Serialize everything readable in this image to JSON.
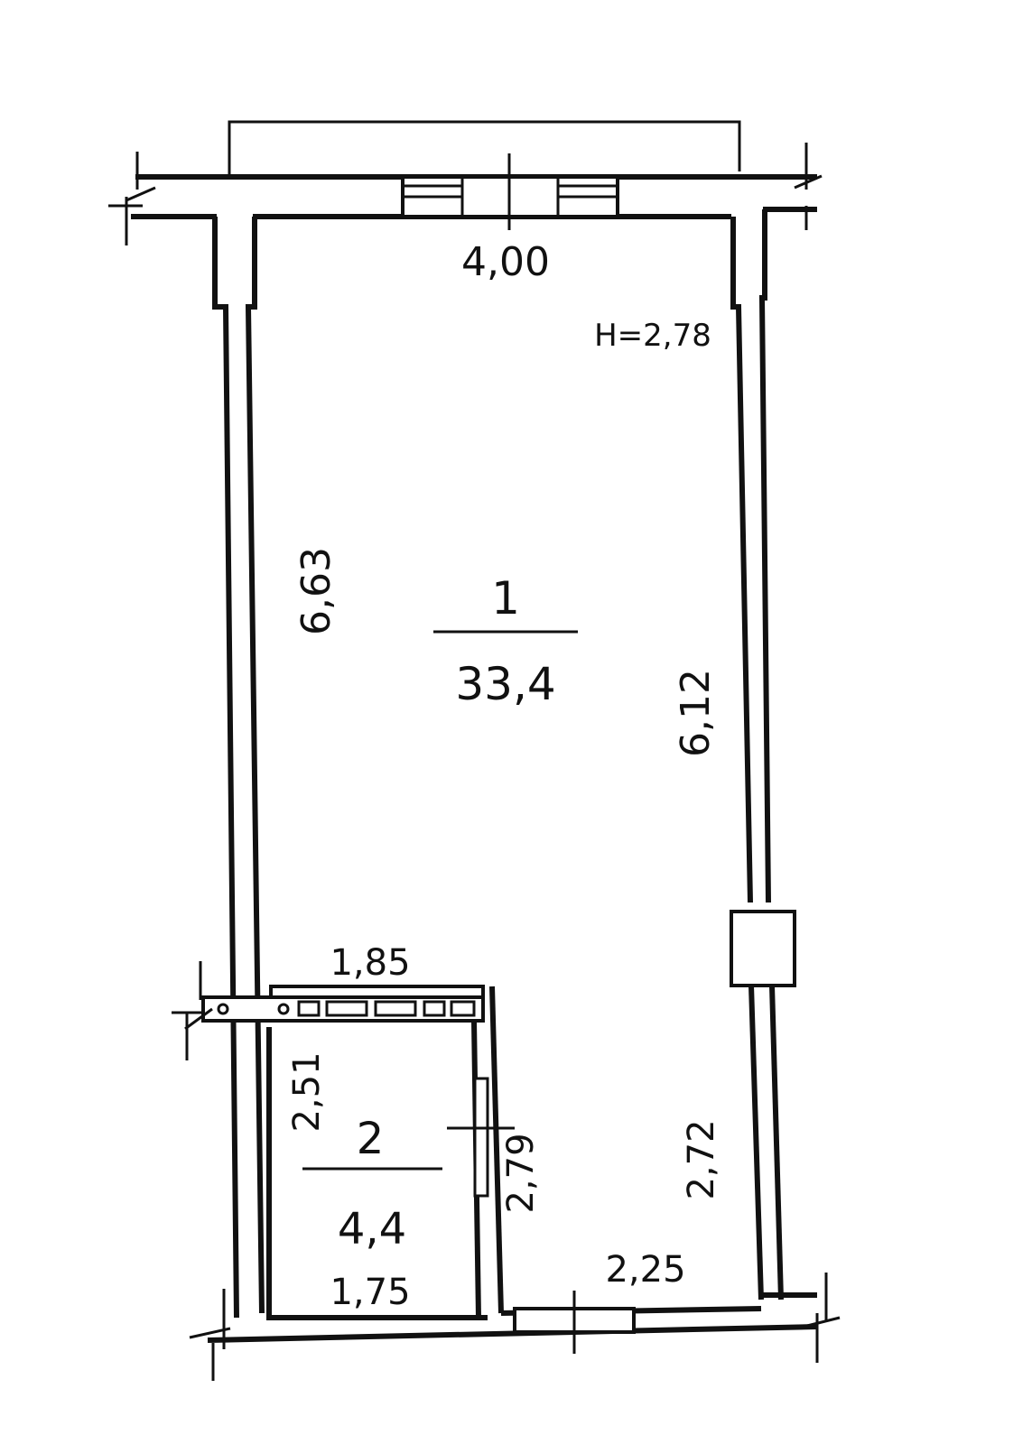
{
  "ceiling_height": "H=2,78",
  "rooms": [
    {
      "number": "1",
      "area": "33,4"
    },
    {
      "number": "2",
      "area": "4,4"
    }
  ],
  "dimensions": {
    "top_width": "4,00",
    "left_height": "6,63",
    "right_height": "6,12",
    "partition_top": "1,85",
    "room2_height": "2,51",
    "room2_right": "2,79",
    "right_lower": "2,72",
    "room2_bottom": "1,75",
    "bottom_right": "2,25"
  },
  "colors": {
    "ink": "#111111",
    "paper": "#ffffff"
  }
}
